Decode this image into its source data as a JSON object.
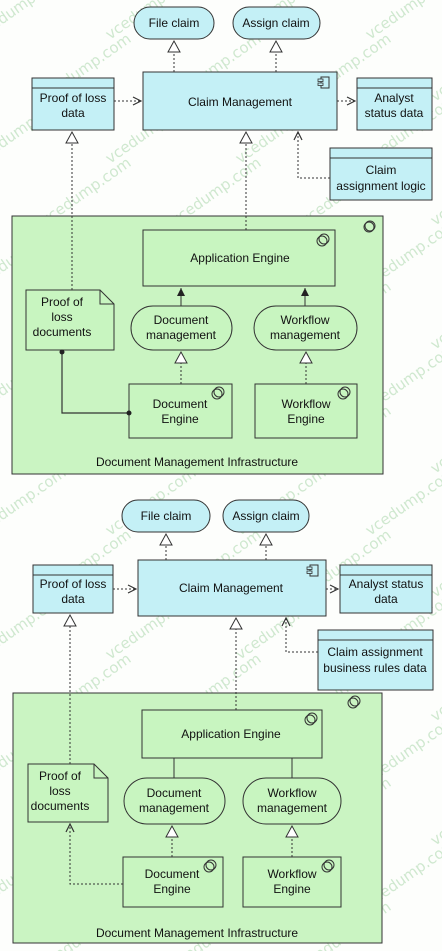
{
  "colors": {
    "app": "#c4f0f6",
    "tech": "#c8f5c0",
    "infra": "#caf4c2",
    "stroke": "#333333",
    "watermark": "#cfe8cf"
  },
  "watermark": "vcedump.com",
  "diagrams": [
    {
      "file_claim": "File claim",
      "assign_claim": "Assign claim",
      "claim_management": "Claim Management",
      "proof_of_loss_data": [
        "Proof of loss",
        "data"
      ],
      "analyst_status_data": [
        "Analyst",
        "status data"
      ],
      "claim_assignment": [
        "Claim",
        "assignment logic"
      ],
      "infrastructure": "Document Management Infrastructure",
      "application_engine": "Application Engine",
      "document_management": [
        "Document",
        "management"
      ],
      "workflow_management": [
        "Workflow",
        "management"
      ],
      "proof_of_loss_documents": [
        "Proof of",
        "loss",
        "documents"
      ],
      "document_engine": [
        "Document",
        "Engine"
      ],
      "workflow_engine": [
        "Workflow",
        "Engine"
      ]
    },
    {
      "file_claim": "File claim",
      "assign_claim": "Assign claim",
      "claim_management": "Claim Management",
      "proof_of_loss_data": [
        "Proof of loss",
        "data"
      ],
      "analyst_status_data": [
        "Analyst status",
        "data"
      ],
      "claim_assignment": [
        "Claim assignment",
        "business rules data"
      ],
      "infrastructure": "Document Management Infrastructure",
      "application_engine": "Application Engine",
      "document_management": [
        "Document",
        "management"
      ],
      "workflow_management": [
        "Workflow",
        "management"
      ],
      "proof_of_loss_documents": [
        "Proof of",
        "loss",
        "documents"
      ],
      "document_engine": [
        "Document",
        "Engine"
      ],
      "workflow_engine": [
        "Workflow",
        "Engine"
      ]
    }
  ]
}
